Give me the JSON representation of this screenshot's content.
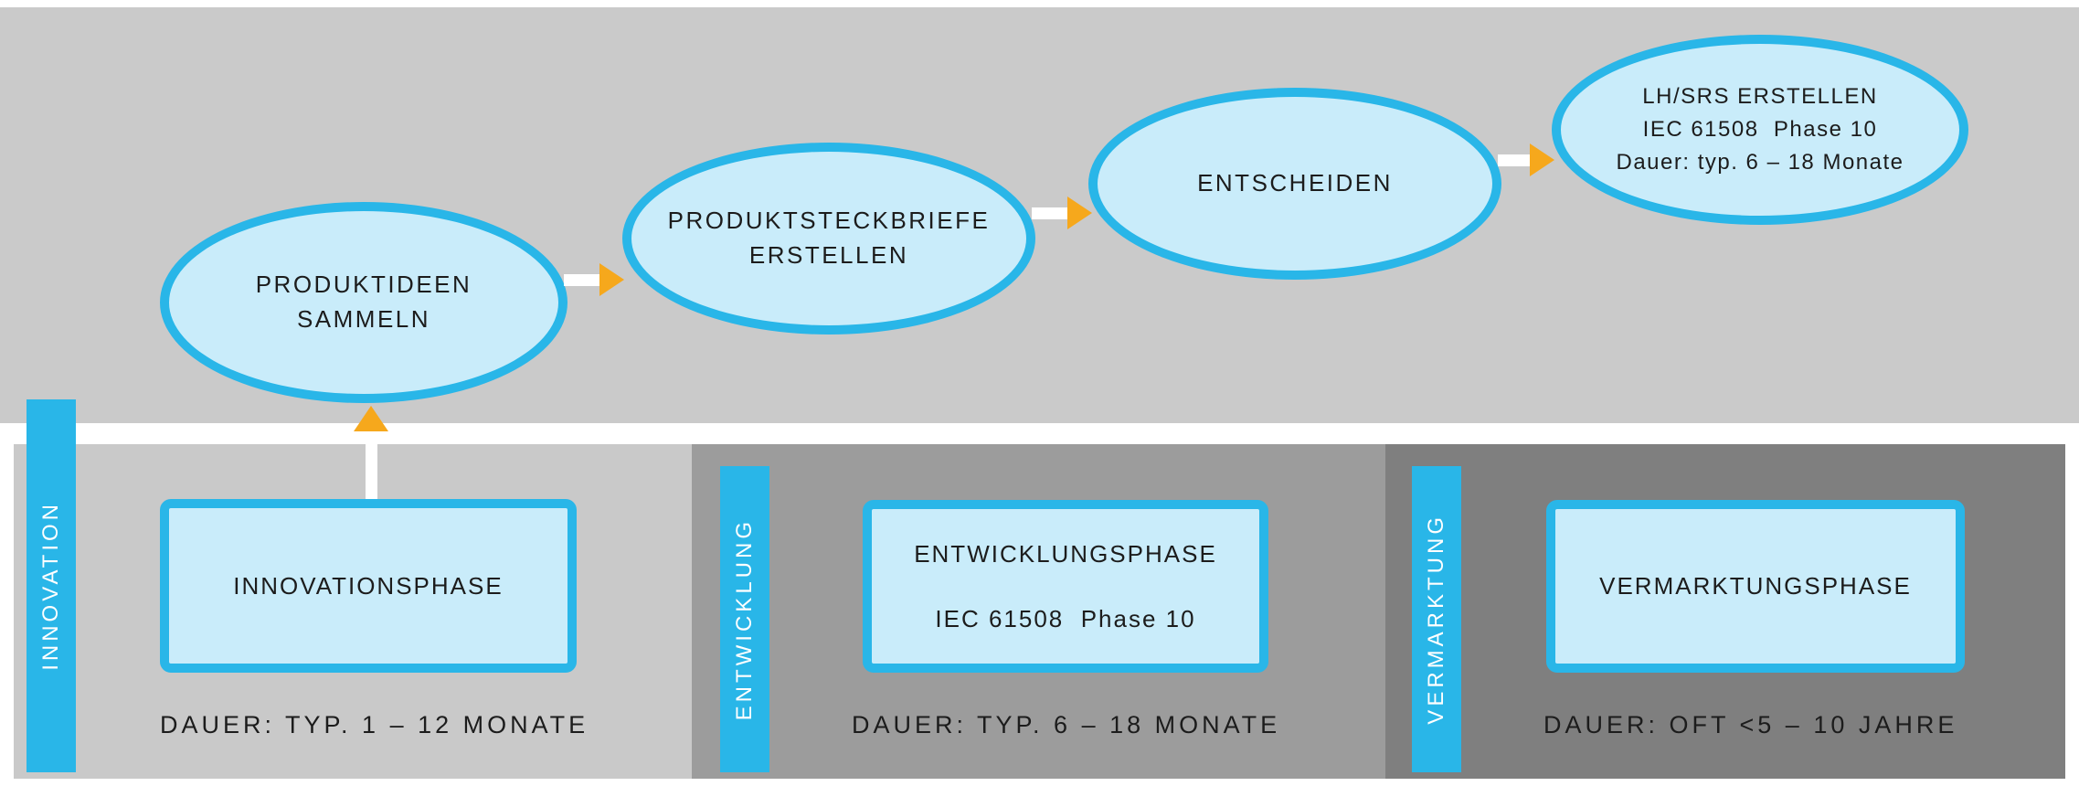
{
  "colors": {
    "cyan": "#29b6e8",
    "light_blue": "#c9ecfa",
    "gray_top": "#cacaca",
    "gray_section1": "#c9c9c9",
    "gray_section2": "#9c9c9c",
    "gray_section3": "#7f7f7f",
    "arrow_head": "#f6a81c",
    "arrow_shaft": "#ffffff",
    "bar_text": "#ffffff",
    "text_dark": "#1c1c1c",
    "background": "#ffffff"
  },
  "icons": {
    "arrow_right": "triangle-right",
    "arrow_up": "triangle-up"
  },
  "process": {
    "steps": [
      {
        "lines": [
          "PRODUKTIDEEN",
          "SAMMELN"
        ]
      },
      {
        "lines": [
          "PRODUKTSTECKBRIEFE",
          "ERSTELLEN"
        ]
      },
      {
        "lines": [
          "ENTSCHEIDEN"
        ]
      },
      {
        "lines": [
          "LH/SRS ERSTELLEN",
          "IEC 61508  Phase 10",
          "Dauer: typ. 6 – 18 Monate"
        ]
      }
    ]
  },
  "phases": [
    {
      "bar_label": "INNOVATION",
      "box_lines": [
        "INNOVATIONSPHASE"
      ],
      "duration": "DAUER: TYP. 1 – 12 MONATE"
    },
    {
      "bar_label": "ENTWICKLUNG",
      "box_lines": [
        "ENTWICKLUNGSPHASE",
        "IEC 61508  Phase 10"
      ],
      "duration": "DAUER: TYP. 6 – 18 MONATE"
    },
    {
      "bar_label": "VERMARKTUNG",
      "box_lines": [
        "VERMARKTUNGSPHASE"
      ],
      "duration": "DAUER: OFT <5 – 10 JAHRE"
    }
  ]
}
